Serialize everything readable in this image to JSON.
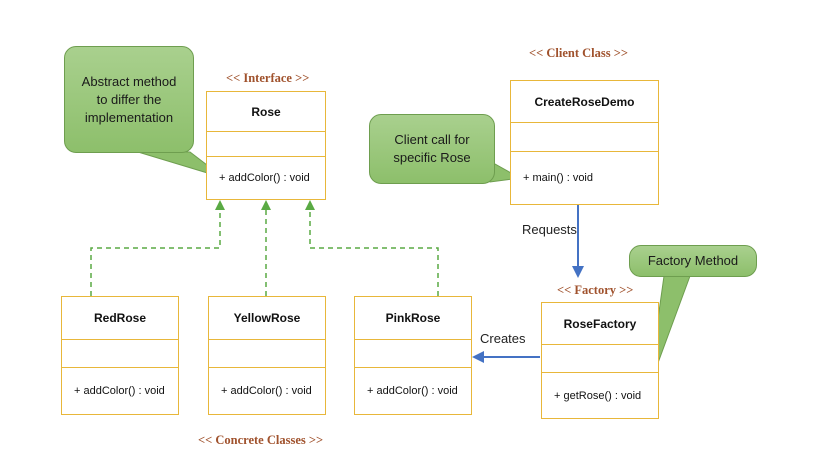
{
  "stereotypes": {
    "interface": "<< Interface >>",
    "client": "<< Client Class >>",
    "factory": "<< Factory >>",
    "concrete": "<< Concrete Classes >>"
  },
  "classes": {
    "rose": {
      "name": "Rose",
      "method": "+ addColor() : void"
    },
    "create_rose_demo": {
      "name": "CreateRoseDemo",
      "method": "+ main() : void"
    },
    "red_rose": {
      "name": "RedRose",
      "method": "+ addColor() : void"
    },
    "yellow_rose": {
      "name": "YellowRose",
      "method": "+ addColor() : void"
    },
    "pink_rose": {
      "name": "PinkRose",
      "method": "+ addColor() : void"
    },
    "rose_factory": {
      "name": "RoseFactory",
      "method": "+ getRose() : void"
    }
  },
  "notes": {
    "abstract": "Abstract method to differ the implementation",
    "client_call": "Client call for specific Rose",
    "factory_method": "Factory Method"
  },
  "labels": {
    "requests": "Requests",
    "creates": "Creates"
  },
  "colors": {
    "class_border": "#e8b73a",
    "stereotype": "#a0522d",
    "note_fill": "#a9d08e",
    "realization_line": "#5aaa44",
    "association_line": "#4472c4"
  }
}
